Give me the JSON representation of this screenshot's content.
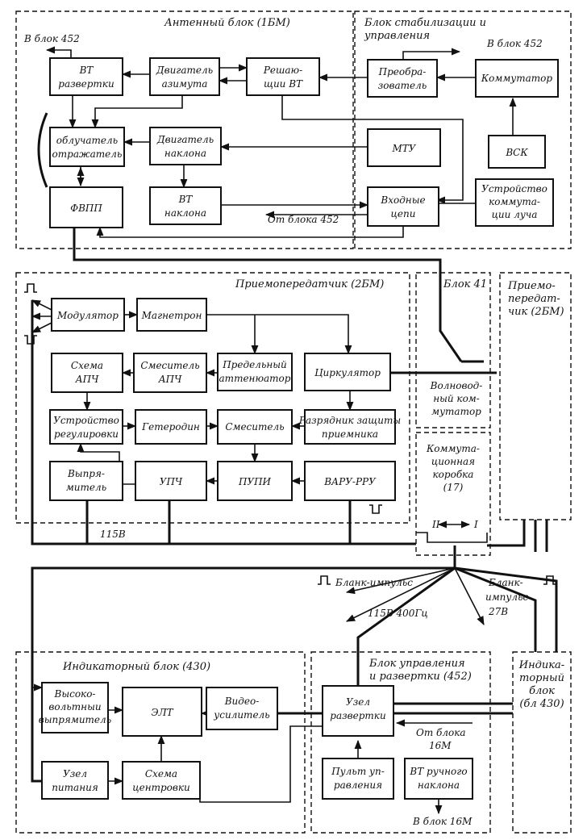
{
  "groups": {
    "antenna": "Антенный блок (1БМ)",
    "stab": [
      "Блок стабилизации и",
      "управления"
    ],
    "transceiver": "Приемопередатчик (2БМ)",
    "blok41": "Блок 41",
    "transceiver2": [
      "Приемо-",
      "передат-",
      "чик (2БМ)"
    ],
    "indicator": "Индикаторный блок (430)",
    "control": [
      "Блок управления",
      "и развертки (452)"
    ],
    "indicator2": [
      "Индика-",
      "торный",
      "блок",
      "(бл 430)"
    ]
  },
  "blocks": {
    "vt_razv": [
      "ВТ",
      "развертки"
    ],
    "dvig_az": [
      "Двигатель",
      "азимута"
    ],
    "resh_vt": [
      "Решаю-",
      "щии ВТ"
    ],
    "preobr": [
      "Преобра-",
      "зователь"
    ],
    "kommut": [
      "Коммутатор"
    ],
    "obluch": [
      "облучатель",
      "отражатель"
    ],
    "dvig_nakl": [
      "Двигатель",
      "наклона"
    ],
    "mtu": [
      "МТУ"
    ],
    "vsk": [
      "ВСК"
    ],
    "fvpp": [
      "ФВПП"
    ],
    "vt_nakl": [
      "ВТ",
      "наклона"
    ],
    "vhod": [
      "Входные",
      "цепи"
    ],
    "ustr_komm": [
      "Устройство",
      "коммута-",
      "ции луча"
    ],
    "modul": [
      "Модулятор"
    ],
    "magn": [
      "Магнетрон"
    ],
    "apch": [
      "Схема",
      "АПЧ"
    ],
    "smes_apch": [
      "Смеситель",
      "АПЧ"
    ],
    "pred_att": [
      "Предельный",
      "аттенюатор"
    ],
    "cirk": [
      "Циркулятор"
    ],
    "ustr_reg": [
      "Устройство",
      "регулировки"
    ],
    "geter": [
      "Гетеродин"
    ],
    "smes": [
      "Смеситель"
    ],
    "razr": [
      "Разрядник защиты",
      "приемника"
    ],
    "vypr": [
      "Выпря-",
      "митель"
    ],
    "upch": [
      "УПЧ"
    ],
    "pupi": [
      "ПУПИ"
    ],
    "varu": [
      "ВАРУ-РРУ"
    ],
    "volnovod": [
      "Волновод-",
      "ный ком-",
      "мутатор"
    ],
    "korobka": [
      "Коммута-",
      "ционная",
      "коробка",
      "(17)"
    ],
    "vv_vypr": [
      "Высоко-",
      "вольтныи",
      "выпрямитель"
    ],
    "elt": [
      "ЭЛТ"
    ],
    "video": [
      "Видео-",
      "усилитель"
    ],
    "uzel_razv": [
      "Узел",
      "развертки"
    ],
    "uzel_pit": [
      "Узел",
      "питания"
    ],
    "skhema_centr": [
      "Схема",
      "центровки"
    ],
    "pult": [
      "Пульт уп-",
      "равления"
    ],
    "vt_ruch": [
      "ВТ ручного",
      "наклона"
    ]
  },
  "labels": {
    "v_blok_452_left": "В блок 452",
    "v_blok_452_right": "В блок 452",
    "ot_bloka_452": "От блока 452",
    "v115": "115В",
    "roman_2": "II",
    "roman_1": "I",
    "blank_imp": "Бланк-импульс",
    "v115_400": "115В 400Гц",
    "blank_imp2": [
      "Бланк-",
      "импульс",
      "27В"
    ],
    "ot_bloka_16m": [
      "От блока",
      "16М"
    ],
    "v_blok_16m": "В блок 16М"
  }
}
